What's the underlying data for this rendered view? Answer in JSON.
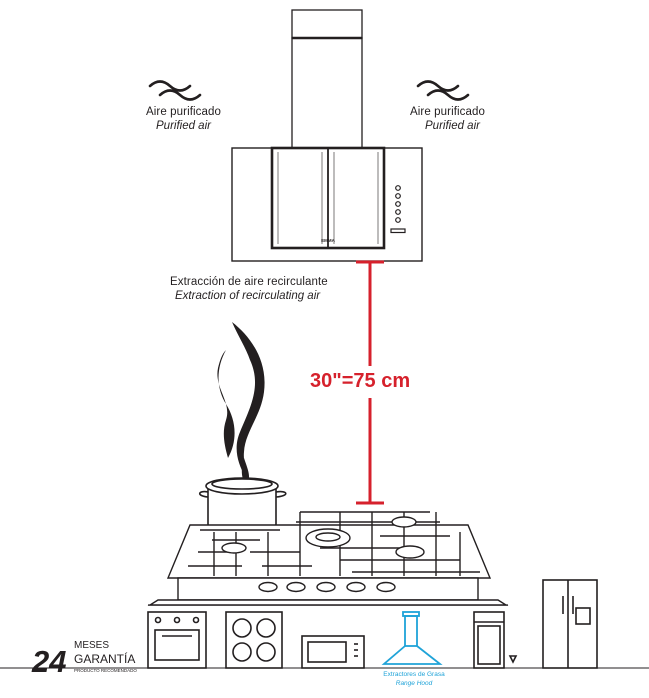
{
  "labels": {
    "left_air_es": "Aire purificado",
    "left_air_en": "Purified air",
    "right_air_es": "Aire purificado",
    "right_air_en": "Purified air",
    "extraction_es": "Extracción de aire recirculante",
    "extraction_en": "Extraction of recirculating air",
    "distance": "30\"=75 cm",
    "brand_mark": "EMMA"
  },
  "footer": {
    "warranty_number": "24",
    "warranty_word1": "MESES",
    "warranty_word2": "GARANTÍA",
    "warranty_small": "PRODUCTO RECOMENDADO",
    "selected_category_es": "Extractores de Grasa",
    "selected_category_en": "Range Hood"
  },
  "colors": {
    "line": "#231f20",
    "accent_red": "#d6212c",
    "accent_blue": "#1fa3d8"
  }
}
